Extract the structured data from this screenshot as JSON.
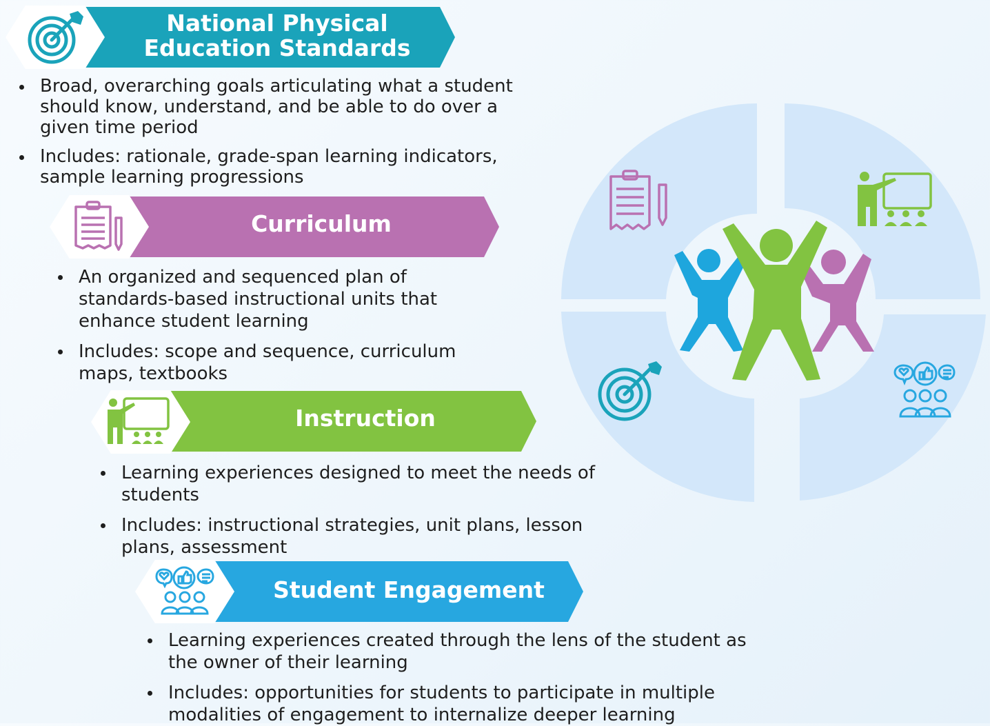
{
  "sections": [
    {
      "title_line1": "National Physical",
      "title_line2": "Education Standards",
      "color": "#1aa3ba",
      "icon": "target-icon",
      "bullets": [
        "Broad, overarching goals articulating what a student should know, understand, and be able to do over a given time period",
        "Includes: rationale, grade-span learning indicators, sample learning progressions"
      ]
    },
    {
      "title": "Curriculum",
      "color": "#b971b1",
      "icon": "clipboard-icon",
      "bullets": [
        "An organized and sequenced plan of standards-based instructional units that enhance student learning",
        "Includes: scope and sequence, curriculum maps, textbooks"
      ]
    },
    {
      "title": "Instruction",
      "color": "#82c341",
      "icon": "teacher-board-icon",
      "bullets": [
        "Learning experiences designed to meet the needs of students",
        "Includes: instructional strategies, unit plans, lesson plans, assessment"
      ]
    },
    {
      "title": "Student Engagement",
      "color": "#27a7e0",
      "icon": "engagement-icon",
      "bullets": [
        "Learning experiences created through the lens of the student as the owner of their learning",
        "Includes: opportunities for students to participate in multiple modalities of engagement to internalize deeper learning"
      ]
    }
  ],
  "diagram": {
    "quadrant_color": "#d3e7fa",
    "figure_colors": [
      "#1ea6dd",
      "#82c341",
      "#b971b1"
    ],
    "icons": [
      "clipboard-icon",
      "teacher-board-icon",
      "target-icon",
      "engagement-icon"
    ]
  }
}
